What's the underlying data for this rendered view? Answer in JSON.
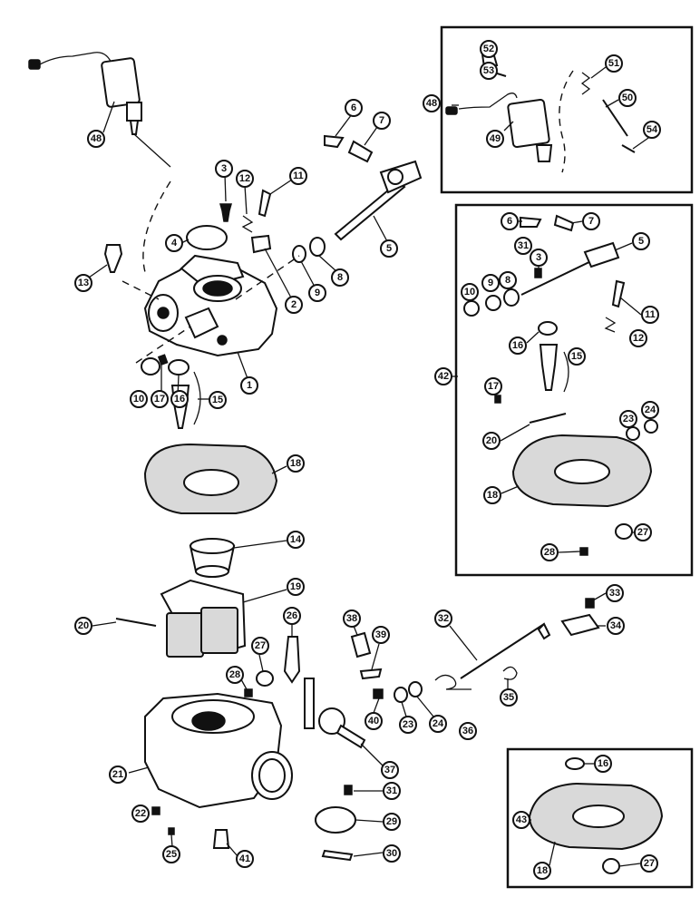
{
  "callouts": [
    "48",
    "3",
    "12",
    "11",
    "6",
    "7",
    "5",
    "4",
    "13",
    "2",
    "9",
    "8",
    "1",
    "10",
    "17",
    "16",
    "15",
    "18",
    "14",
    "19",
    "20",
    "26",
    "27",
    "28",
    "21",
    "22",
    "25",
    "41",
    "31",
    "29",
    "30",
    "37",
    "40",
    "23",
    "24",
    "38",
    "39",
    "32",
    "36",
    "35",
    "33",
    "34",
    "52",
    "53",
    "51",
    "50",
    "49",
    "54",
    "42",
    "43"
  ],
  "colors": {
    "ink": "#111111",
    "paper": "#ffffff",
    "gasket": "#d9d9d9"
  }
}
